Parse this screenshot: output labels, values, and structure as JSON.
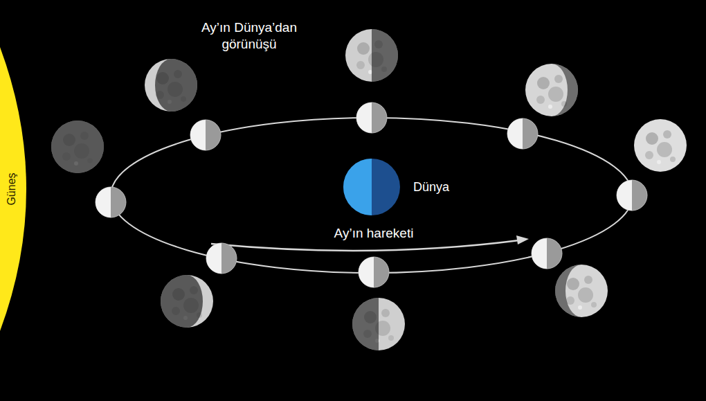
{
  "diagram": {
    "nodes": [
      {
        "text": [
          "Güneş"
        ]
      },
      {
        "text": [
          "Dünya"
        ]
      }
    ],
    "labels": [
      "Ay’ın Dünya’dan görünüşü",
      "Ay’ın hareketi"
    ]
  }
}
